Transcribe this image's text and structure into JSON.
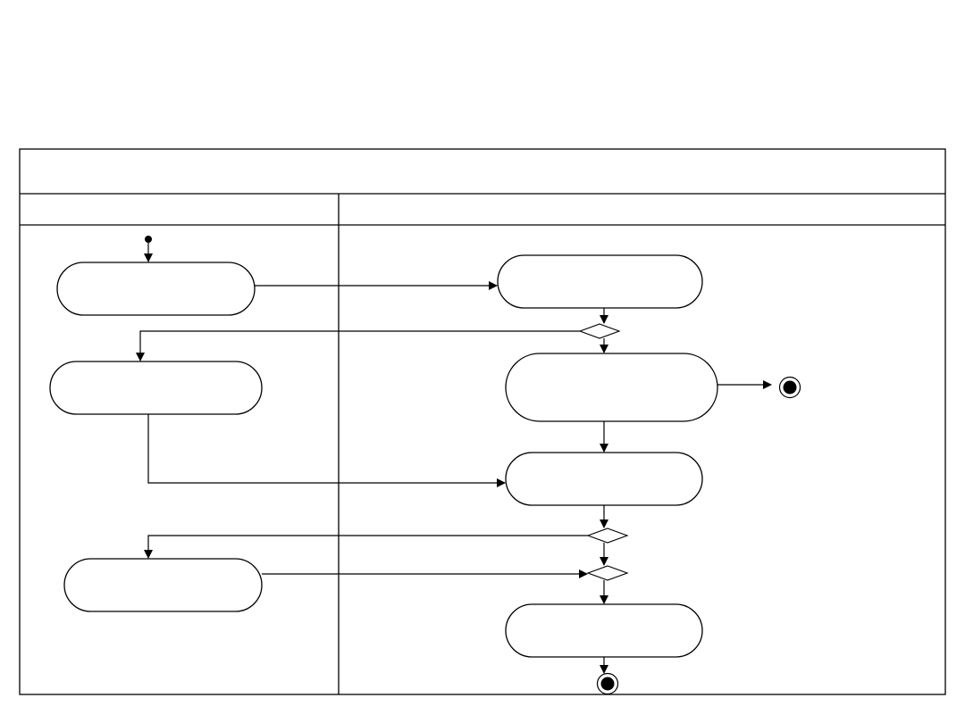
{
  "diagram": {
    "title": "",
    "lanes": [
      {
        "id": "lane-left",
        "label": ""
      },
      {
        "id": "lane-right",
        "label": ""
      }
    ],
    "activities": [
      {
        "id": "a1",
        "label": ""
      },
      {
        "id": "a2",
        "label": ""
      },
      {
        "id": "a3",
        "label": ""
      },
      {
        "id": "a4",
        "label": ""
      },
      {
        "id": "a5",
        "label": ""
      },
      {
        "id": "a6",
        "label": ""
      },
      {
        "id": "a7",
        "label": ""
      }
    ],
    "colors": {
      "stroke": "#000000",
      "background": "#ffffff"
    }
  }
}
